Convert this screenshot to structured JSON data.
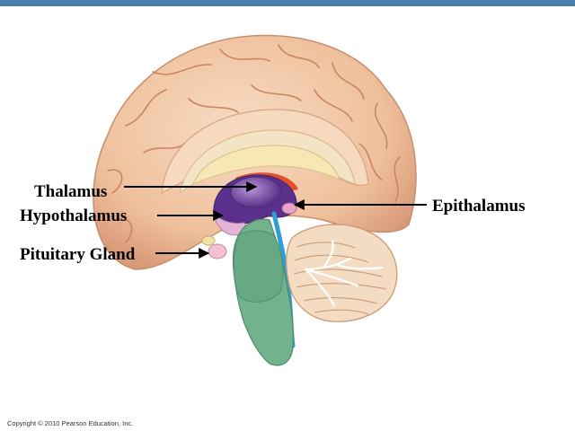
{
  "labels": {
    "thalamus": "Thalamus",
    "hypothalamus": "Hypothalamus",
    "pituitary": "Pituitary Gland",
    "epithalamus": "Epithalamus"
  },
  "copyright": "Copyright © 2010 Pearson Education, Inc.",
  "colors": {
    "top_bar": "#4a7fb0",
    "cerebrum": "#f2c7a6",
    "diencephalon": "#6a3f96",
    "brainstem": "#6fb08a",
    "cerebellum": "#f3dcc2",
    "ventricle": "#2e9fd6"
  }
}
